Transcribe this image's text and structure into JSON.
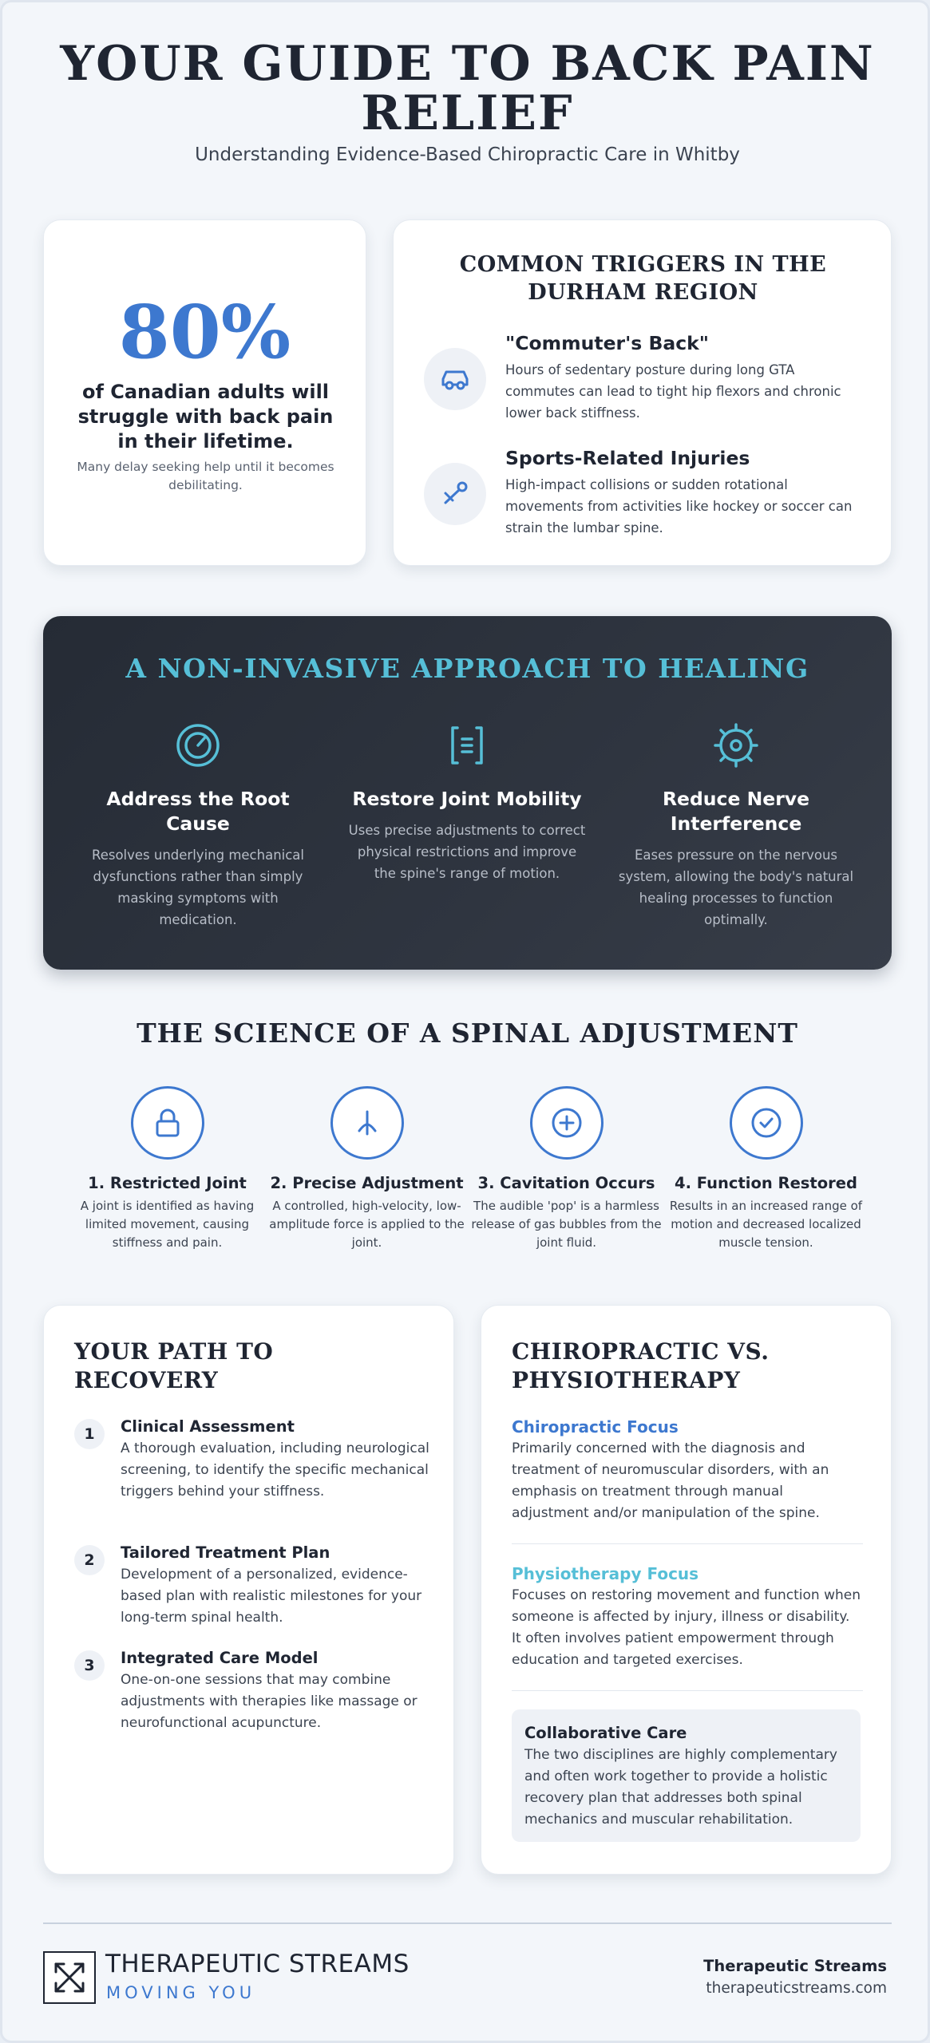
{
  "header": {
    "title": "YOUR GUIDE TO BACK PAIN RELIEF",
    "subtitle": "Understanding Evidence-Based Chiropractic Care in Whitby"
  },
  "stat": {
    "value": "80%",
    "text": "of Canadian adults will struggle with back pain in their lifetime.",
    "note": "Many delay seeking help until it becomes debilitating."
  },
  "triggers": {
    "title": "COMMON TRIGGERS IN THE DURHAM REGION",
    "items": [
      {
        "icon": "car-icon",
        "title": "\"Commuter's Back\"",
        "text": "Hours of sedentary posture during long GTA commutes can lead to tight hip flexors and chronic lower back stiffness."
      },
      {
        "icon": "hockey-stick-icon",
        "title": "Sports-Related Injuries",
        "text": "High-impact collisions or sudden rotational movements from activities like hockey or soccer can strain the lumbar spine."
      }
    ]
  },
  "approach": {
    "title": "A NON-INVASIVE APPROACH TO HEALING",
    "items": [
      {
        "icon": "target-gauge-icon",
        "title": "Address the Root Cause",
        "text": "Resolves underlying mechanical dysfunctions rather than simply masking symptoms with medication."
      },
      {
        "icon": "spine-bracket-icon",
        "title": "Restore Joint Mobility",
        "text": "Uses precise adjustments to correct physical restrictions and improve the spine's range of motion."
      },
      {
        "icon": "nerve-gear-icon",
        "title": "Reduce Nerve Interference",
        "text": "Eases pressure on the nervous system, allowing the body's natural healing processes to function optimally."
      }
    ]
  },
  "science": {
    "title": "THE SCIENCE OF A SPINAL ADJUSTMENT",
    "steps": [
      {
        "icon": "lock-icon",
        "title": "1. Restricted Joint",
        "text": "A joint is identified as having limited movement, causing stiffness and pain."
      },
      {
        "icon": "adjust-arrow-icon",
        "title": "2. Precise Adjustment",
        "text": "A controlled, high-velocity, low-amplitude force is applied to the joint."
      },
      {
        "icon": "plus-circle-icon",
        "title": "3. Cavitation Occurs",
        "text": "The audible 'pop' is a harmless release of gas bubbles from the joint fluid."
      },
      {
        "icon": "check-circle-icon",
        "title": "4. Function Restored",
        "text": "Results in an increased range of motion and decreased localized muscle tension."
      }
    ]
  },
  "path": {
    "title": "YOUR PATH TO RECOVERY",
    "items": [
      {
        "num": "1",
        "title": "Clinical Assessment",
        "text": "A thorough evaluation, including neurological screening, to identify the specific mechanical triggers behind your stiffness."
      },
      {
        "num": "2",
        "title": "Tailored Treatment Plan",
        "text": "Development of a personalized, evidence-based plan with realistic milestones for your long-term spinal health."
      },
      {
        "num": "3",
        "title": "Integrated Care Model",
        "text": "One-on-one sessions that may combine adjustments with therapies like massage or neurofunctional acupuncture."
      }
    ]
  },
  "compare": {
    "title": "CHIROPRACTIC VS. PHYSIOTHERAPY",
    "chiro_title": "Chiropractic Focus",
    "chiro_text": "Primarily concerned with the diagnosis and treatment of neuromuscular disorders, with an emphasis on treatment through manual adjustment and/or manipulation of the spine.",
    "physio_title": "Physiotherapy Focus",
    "physio_text": "Focuses on restoring movement and function when someone is affected by injury, illness or disability. It often involves patient empowerment through education and targeted exercises.",
    "collab_title": "Collaborative Care",
    "collab_text": "The two disciplines are highly complementary and often work together to provide a holistic recovery plan that addresses both spinal mechanics and muscular rehabilitation."
  },
  "footer": {
    "brand": "THERAPEUTIC STREAMS",
    "tagline": "MOVING YOU",
    "name": "Therapeutic Streams",
    "url": "therapeuticstreams.com"
  },
  "colors": {
    "accent_blue": "#3d78cf",
    "accent_teal": "#56bfd7",
    "dark_panel": "#2a303a",
    "text": "#1f2532"
  }
}
